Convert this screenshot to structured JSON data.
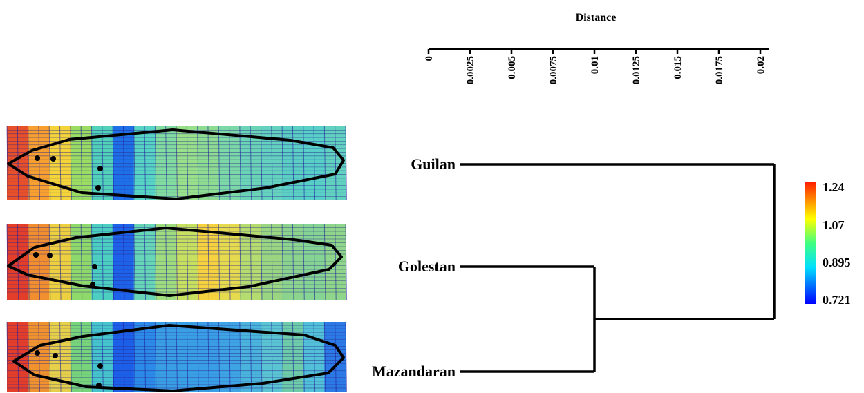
{
  "distance_axis": {
    "title": "Distance",
    "ticks": [
      "0",
      "0.0025",
      "0.005",
      "0.0075",
      "0.01",
      "0.0125",
      "0.015",
      "0.0175",
      "0.02"
    ],
    "min": 0,
    "max": 0.02
  },
  "dendrogram": {
    "leaves": [
      "Guilan",
      "Golestan",
      "Mazandaran"
    ],
    "merges": [
      {
        "members": [
          "Golestan",
          "Mazandaran"
        ],
        "distance": 0.0102
      },
      {
        "members": [
          "Guilan",
          "Golestan+Mazandaran"
        ],
        "distance": 0.0205
      }
    ]
  },
  "colorscale": {
    "labels": [
      "1.24",
      "1.07",
      "0.895",
      "0.721"
    ],
    "colors": [
      "#ff2000",
      "#ffff00",
      "#00e0ff",
      "#0000ff"
    ]
  },
  "deformation_grids": [
    {
      "name": "Guilan",
      "bands": [
        "#e8502a",
        "#f7a030",
        "#f5d43a",
        "#9bdc62",
        "#52d2b8",
        "#1e70e8",
        "#58d4c4",
        "#82dca0",
        "#98e08a",
        "#8edc92",
        "#7cd8a6",
        "#6cd4b6",
        "#64d2be",
        "#5ccfc4",
        "#58d0c8",
        "#62d2c0"
      ]
    },
    {
      "name": "Golestan",
      "bands": [
        "#e23e2a",
        "#f08e30",
        "#ecd040",
        "#8fd86a",
        "#4ccfc0",
        "#1e62ea",
        "#66d6b6",
        "#9edc7e",
        "#c8e060",
        "#f5d23e",
        "#e6da4e",
        "#b4dc6e",
        "#9ad682",
        "#8cd48e",
        "#86d494",
        "#90d68a"
      ]
    },
    {
      "name": "Mazandaran",
      "bands": [
        "#e43e2a",
        "#f0922e",
        "#e6d04a",
        "#78d47a",
        "#46c4cc",
        "#1c60ea",
        "#2c8ae8",
        "#3a9ee4",
        "#3aa0e6",
        "#3a9ee6",
        "#3ea4e4",
        "#4ab4dc",
        "#5ac4d2",
        "#6ecca8",
        "#52c0d8",
        "#2c7ae6"
      ]
    }
  ]
}
